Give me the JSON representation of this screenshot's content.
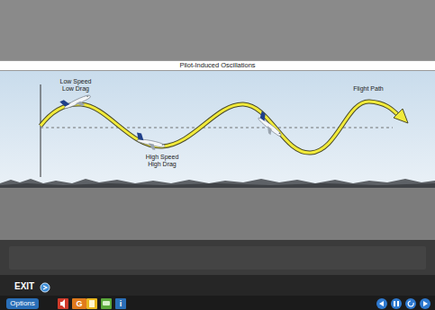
{
  "diagram": {
    "title": "Pilot-Induced Oscillations",
    "nodes": [
      {
        "text": [
          "Options"
        ]
      },
      {
        "text": [
          "G"
        ]
      },
      {
        "text": [
          "i"
        ]
      }
    ],
    "labels": [
      "Low Speed Low Drag",
      "High Speed High Drag",
      "Flight Path",
      "EXIT"
    ]
  }
}
